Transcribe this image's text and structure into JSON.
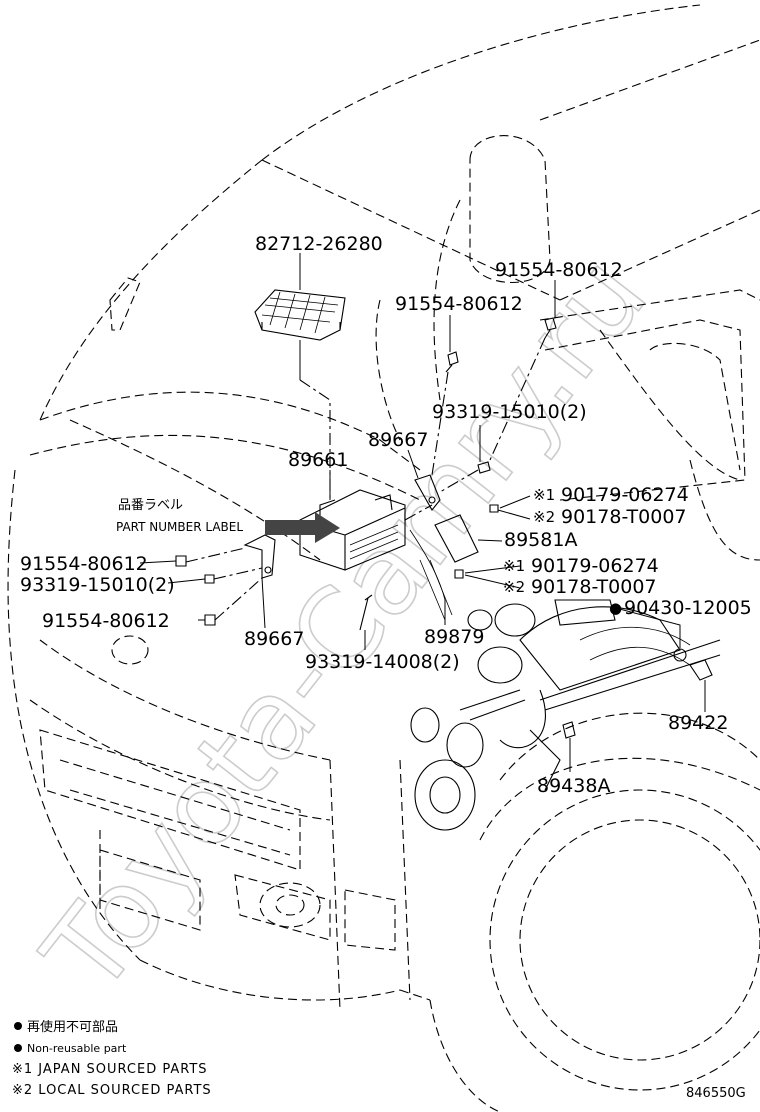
{
  "watermark": "Toyota-Camry.ru",
  "diagram_code": "846550G",
  "part_number_label": {
    "jp": "品番ラベル",
    "en": "PART NUMBER LABEL"
  },
  "parts": {
    "p82712": "82712-26280",
    "p91554_a": "91554-80612",
    "p91554_b": "91554-80612",
    "p93319_15010_a": "93319-15010(2)",
    "p89667_a": "89667",
    "p89661": "89661",
    "p90179_a": "90179-06274",
    "p90178_a": "90178-T0007",
    "p89581A": "89581A",
    "p91554_c": "91554-80612",
    "p93319_15010_b": "93319-15010(2)",
    "p90179_b": "90179-06274",
    "p90178_b": "90178-T0007",
    "p90430": "90430-12005",
    "p91554_d": "91554-80612",
    "p89879": "89879",
    "p89667_b": "89667",
    "p93319_14008": "93319-14008(2)",
    "p89422": "89422",
    "p89438A": "89438A"
  },
  "marks": {
    "japan": "※1",
    "local": "※2",
    "nonreusable": "●"
  },
  "legend": {
    "jp_nonreusable": "再使用不可部品",
    "nonreusable": "Non-reusable part",
    "japan": "※1  JAPAN SOURCED PARTS",
    "local": "※2  LOCAL SOURCED PARTS"
  }
}
